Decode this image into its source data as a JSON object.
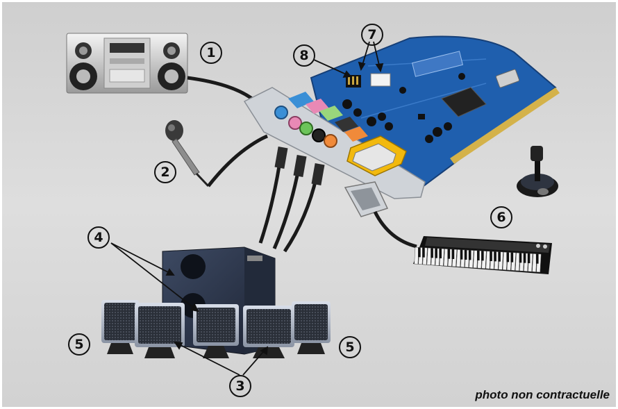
{
  "caption": "photo non contractuelle",
  "callouts": {
    "c1": "1",
    "c2": "2",
    "c3": "3",
    "c4": "4",
    "c5_left": "5",
    "c5_right": "5",
    "c6": "6",
    "c7": "7",
    "c8": "8"
  },
  "colors": {
    "background": "#d9d9d9",
    "pcb": "#1f5fae",
    "jack_blue": "#3a8fd6",
    "jack_pink": "#e889b5",
    "jack_green": "#6cc45a",
    "jack_orange": "#f08a3a",
    "jack_black": "#222222",
    "midi_port": "#f2b90e"
  }
}
